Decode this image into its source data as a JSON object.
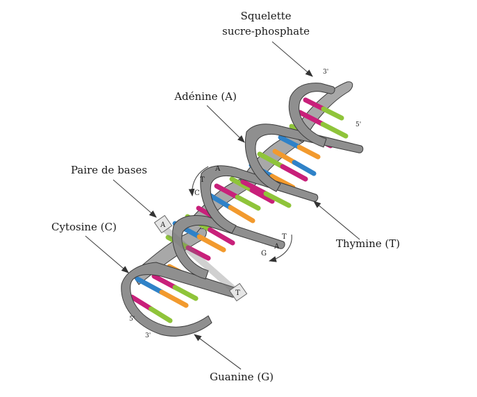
{
  "labels": {
    "backbone_line1": "Squelette",
    "backbone_line2": "sucre-phosphate",
    "adenine": "Adénine (A)",
    "base_pair": "Paire de bases",
    "cytosine": "Cytosine (C)",
    "thymine": "Thymine (T)",
    "guanine": "Guanine (G)"
  },
  "ends": {
    "top_3": "3'",
    "top_5": "5'",
    "bottom_5": "5'",
    "bottom_3": "3'"
  },
  "pair_box": {
    "top_letter": "A",
    "bottom_letter": "T"
  },
  "rotation_upper": {
    "a": "A",
    "t": "T",
    "c": "C"
  },
  "rotation_lower": {
    "t": "T",
    "a": "A",
    "g": "G"
  },
  "colors": {
    "adenine": "#8fc43a",
    "thymine": "#c8207a",
    "cytosine": "#2f82c8",
    "guanine": "#f29a2e",
    "backbone": "#8f8f8f"
  }
}
